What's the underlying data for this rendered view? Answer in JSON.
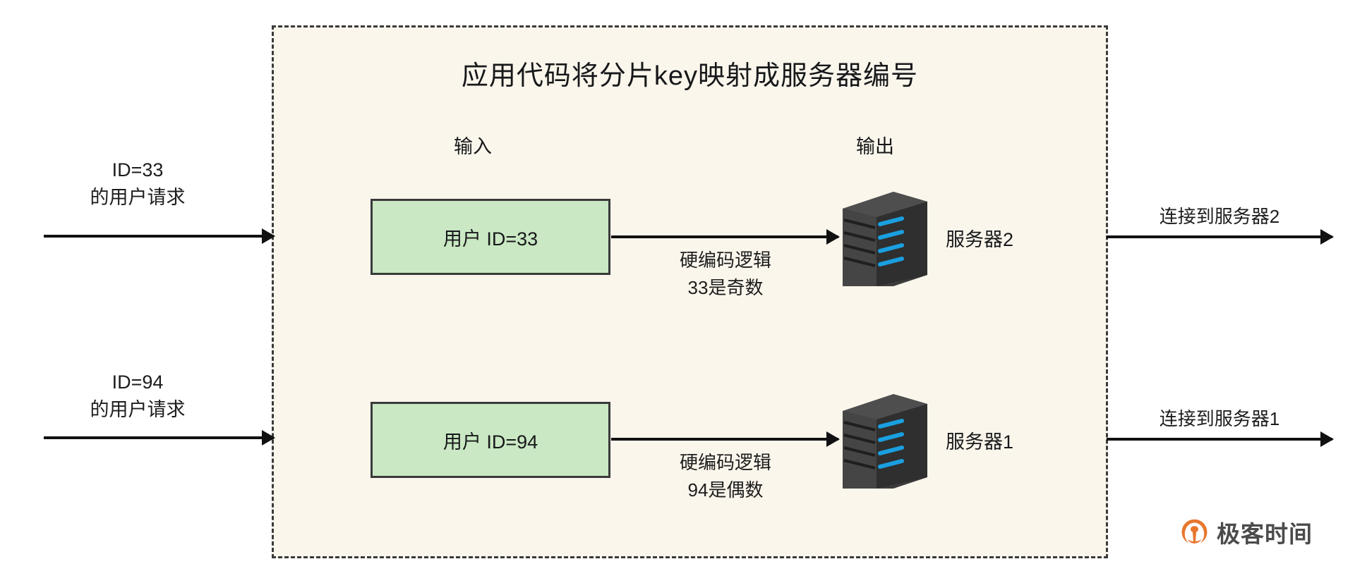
{
  "diagram": {
    "title": "应用代码将分片key映射成服务器编号",
    "column_headers": {
      "input": "输入",
      "output": "输出"
    },
    "colors": {
      "container_fill": "#fbf6ec",
      "container_border": "#3a3a3a",
      "box_fill": "#c9e8c3",
      "box_border": "#3a3a3a",
      "arrow": "#111111",
      "server_body": "#3c3c3c",
      "server_led": "#1a9fe0",
      "logo_mark": "#e8772e",
      "logo_text": "#4b4b4b"
    },
    "rows": [
      {
        "request_id": "ID=33",
        "request_sub": "的用户请求",
        "input_box": "用户 ID=33",
        "logic_line1": "硬编码逻辑",
        "logic_line2": "33是奇数",
        "server_label": "服务器2",
        "output_label": "连接到服务器2"
      },
      {
        "request_id": "ID=94",
        "request_sub": "的用户请求",
        "input_box": "用户 ID=94",
        "logic_line1": "硬编码逻辑",
        "logic_line2": "94是偶数",
        "server_label": "服务器1",
        "output_label": "连接到服务器1"
      }
    ]
  },
  "logo": {
    "text": "极客时间",
    "mark": "geekbang-mark-icon"
  }
}
